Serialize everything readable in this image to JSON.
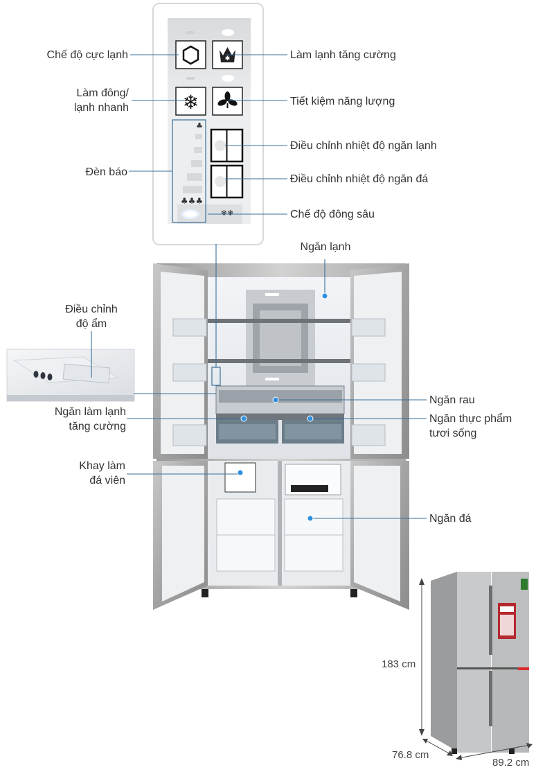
{
  "labels": {
    "sieu_lanh": "Chế độ cực lạnh",
    "lam_lanh_tang_cuong": "Làm lạnh tăng cường",
    "lam_dong_1": "Làm đông/",
    "lam_dong_2": "lạnh nhanh",
    "tiet_kiem": "Tiết kiệm năng lượng",
    "den_bao": "Đèn báo",
    "dieu_chinh_ngan_lanh": "Điều chỉnh nhiệt độ ngăn lạnh",
    "dieu_chinh_ngan_da": "Điều chỉnh nhiệt độ ngăn đá",
    "dong_sau": "Chế độ đông sâu",
    "ngan_lanh": "Ngăn lạnh",
    "do_am_1": "Điều chỉnh",
    "do_am_2": "độ ẩm",
    "ngan_rau": "Ngăn rau",
    "ngan_lam_lanh_1": "Ngăn làm lạnh",
    "ngan_lam_lanh_2": "tăng cường",
    "thuc_pham_1": "Ngăn thực phẩm",
    "thuc_pham_2": "tươi sống",
    "khay_da_1": "Khay làm",
    "khay_da_2": "đá viên",
    "ngan_da": "Ngăn đá"
  },
  "dimensions": {
    "height": "183 cm",
    "depth": "76.8 cm",
    "width": "89.2 cm"
  },
  "colors": {
    "leader_line": "#3a6f99",
    "marker_dot": "#2f8fe0",
    "label_text": "#333333",
    "fridge_steel": "#b9b9b9",
    "panel_bg": "#ffffff"
  },
  "icons": {
    "super_cool": "hexagon-icon",
    "boost_cool": "crown-snow-icon",
    "quick_freeze": "snowflake-icon",
    "eco": "leaf-icon",
    "fan_level": "fan-icon",
    "humidity": "water-drops-icon",
    "deep_freeze": "double-snowflake-icon"
  }
}
